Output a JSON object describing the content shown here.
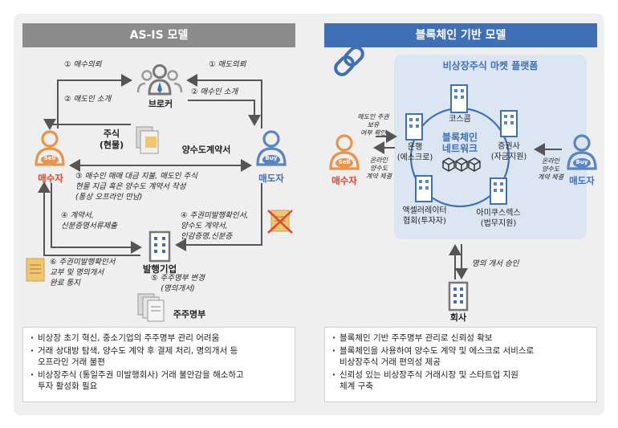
{
  "left_panel": {
    "header": "AS-IS 모델",
    "broker_label": "브로커",
    "seller_label": "매수자",
    "buyer_label": "매도자",
    "company_label": "발행기업",
    "stock_label": "주식\n(현물)",
    "contract_label": "양수도계약서",
    "register_label": "주주명부",
    "sell_badge": "Sell",
    "buy_badge": "Buy",
    "step1_left": "① 매수의뢰",
    "step1_right": "① 매도의뢰",
    "step2_left": "② 매도인 소개",
    "step2_right": "② 매수인 소개",
    "step3": "③ 매수인 매매 대금 지불, 매도인 주식\n현물 지급 혹은 양수도 계약서 작성\n(통상 오프라인 만남)",
    "step4_left": "④ 계약서,\n신분증명서류제출",
    "step4_right": "④ 주권미발행확인서,\n양수도 계약서,\n인감증명,신분증",
    "step5": "⑤ 주주명부 변경\n(명의개서)",
    "step6": "⑥ 주권미발행확인서\n교부 및 명의개서\n완료 통지",
    "bullets": [
      "비상장 초기 혁신, 중소기업의 주주명부 관리 어려움",
      "거래 상대방 탐색, 양수도 계약 후 결제 처리, 명의개서 등\n오프라인 거래 불편",
      "비상장주식 (통일주권 미발행회사) 거래 불안감을 해소하고\n투자 활성화 필요"
    ]
  },
  "right_panel": {
    "header": "블록체인 기반 모델",
    "platform_title": "비상장주식 마켓 플랫폼",
    "network_label": "블록체인\n네트워크",
    "nodes": {
      "koscom": "코스콤",
      "bank": "은행\n(에스크로)",
      "securities": "증권사\n(자금지원)",
      "accelerator": "액셀러레이터\n협회(투자자)",
      "amicus": "아미쿠스렉스\n(법무지원)"
    },
    "seller_label": "매수자",
    "buyer_label": "매도자",
    "sell_badge": "Sell",
    "buy_badge": "Buy",
    "seller_note": "매도인 주권\n보유\n여부 확인",
    "seller_note2": "온라인\n양수도\n계약 체결",
    "buyer_note": "온라인\n양수도\n계약 체결",
    "company_label": "회사",
    "approval_label": "명의 개서 승인",
    "bullets": [
      "블록체인 기반 주주명부 관리로 신뢰성 확보",
      "블록체인을 사용하여 양수도 계약 및 에스크로 서비스로\n비상장주식 거래 편의성 제공",
      "신뢰성 있는 비상장주식 거래시장 및 스타트업 지원\n체계 구축"
    ]
  },
  "colors": {
    "left_header": "#8c8c8c",
    "right_header": "#3f6fb5",
    "sell": "#e9944d",
    "buy": "#5a84c2",
    "platform_bg": "#dce6f3",
    "icon_gray": "#7a7a7a"
  }
}
